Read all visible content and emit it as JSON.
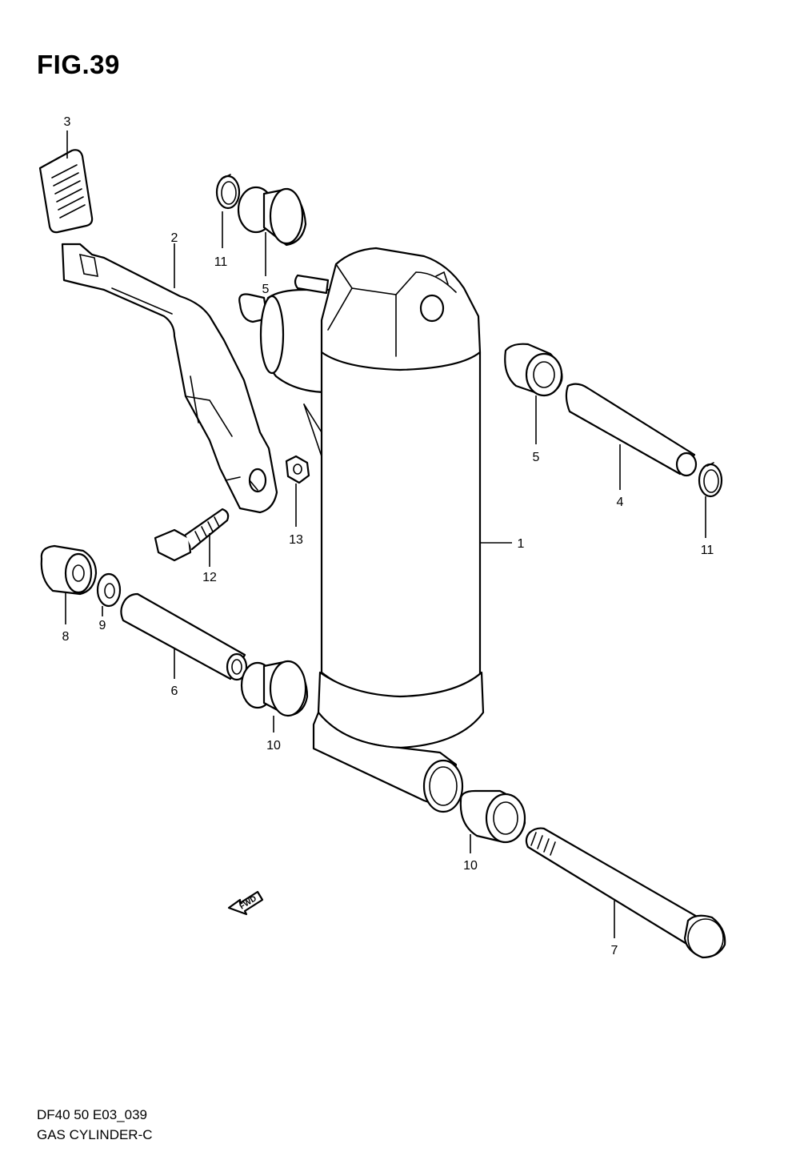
{
  "figure": {
    "title": "FIG.39",
    "fwd_label": "FWD"
  },
  "callouts": {
    "c1": "1",
    "c2": "2",
    "c3": "3",
    "c4": "4",
    "c5a": "5",
    "c5b": "5",
    "c6": "6",
    "c7": "7",
    "c8": "8",
    "c9": "9",
    "c10a": "10",
    "c10b": "10",
    "c11a": "11",
    "c11b": "11",
    "c12": "12",
    "c13": "13"
  },
  "footer": {
    "code": "DF40 50 E03_039",
    "name": "GAS CYLINDER-C"
  }
}
